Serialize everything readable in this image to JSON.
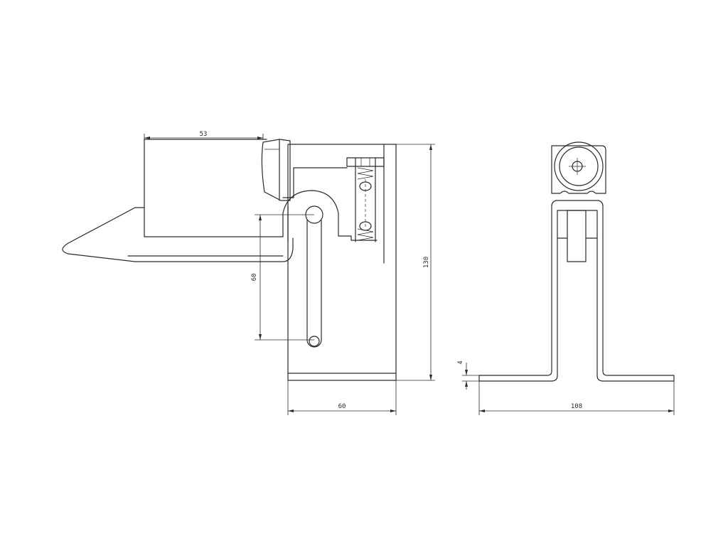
{
  "dimensions": {
    "side_top_width": "53",
    "side_slot_length": "60",
    "side_height": "130",
    "side_base_width": "60",
    "front_thickness": "4",
    "front_base_width": "108"
  }
}
